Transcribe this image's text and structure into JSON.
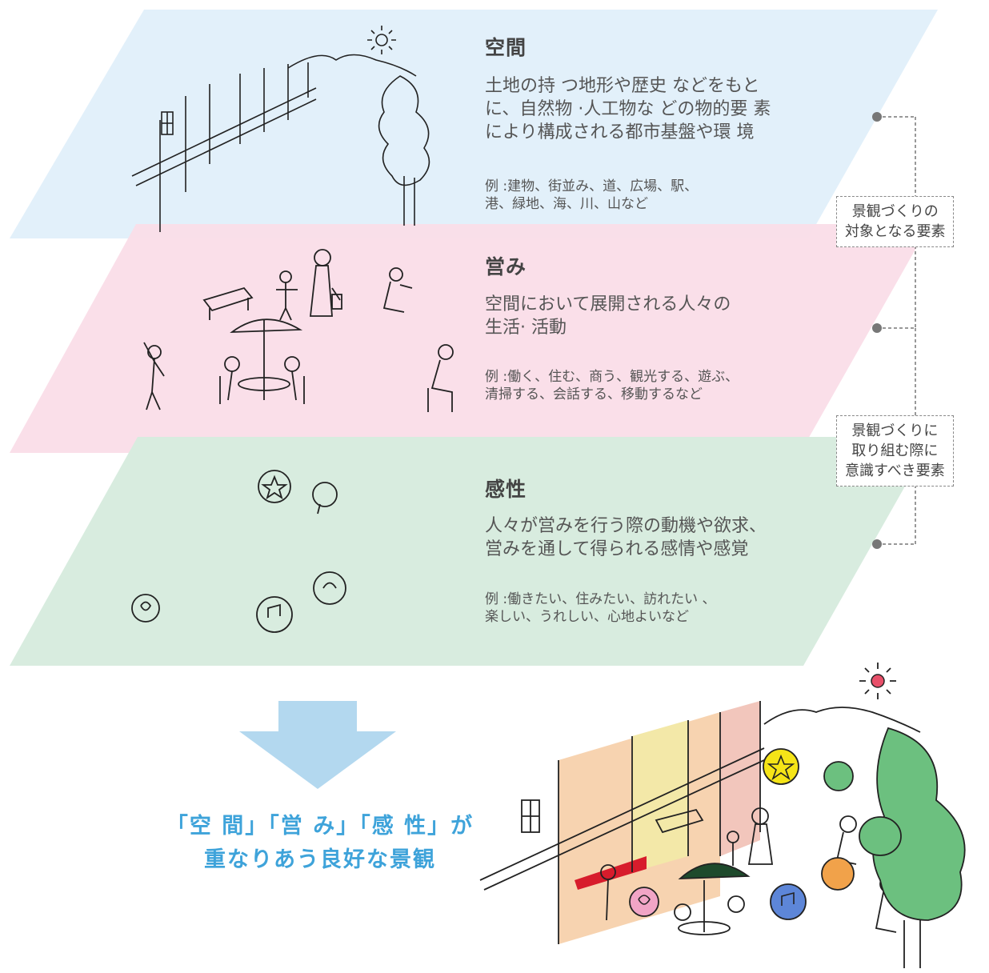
{
  "layers": {
    "space": {
      "title": "空間",
      "description": "土地の持 つ地形や歴史 などをもと\nに、自然物 ·人工物な どの物的要 素\nにより構成される都市基盤や環 境",
      "examples": "例 :建物、街並み、道、広場、駅、\n港、緑地、海、川、山など",
      "color": "#e2f0fa"
    },
    "activity": {
      "title": "営み",
      "description": "空間において展開される人々の\n生活· 活動",
      "examples": "例 :働く、住む、商う、観光する、遊ぶ、\n清掃する、会話する、移動するなど",
      "color": "#fadde8"
    },
    "sensibility": {
      "title": "感性",
      "description": "人々が営みを行う際の動機や欲求、\n営みを通して得られる感情や感覚",
      "examples": "例 :働きたい、住みたい、訪れたい 、\n楽しい、うれしい、心地よいなど",
      "color": "#d8ecdf"
    }
  },
  "labels": {
    "target": "景観づくりの\n対象となる要素",
    "awareness": "景観づくりに\n取り組む際に\n意識すべき要素"
  },
  "result": "「空 間」「営 み」「感 性」が\n重なりあう良好な景観",
  "colors": {
    "arrow": "#b3d8ef",
    "accent": "#3ea3da",
    "ink": "#222222",
    "tree": "#6cc07f"
  }
}
